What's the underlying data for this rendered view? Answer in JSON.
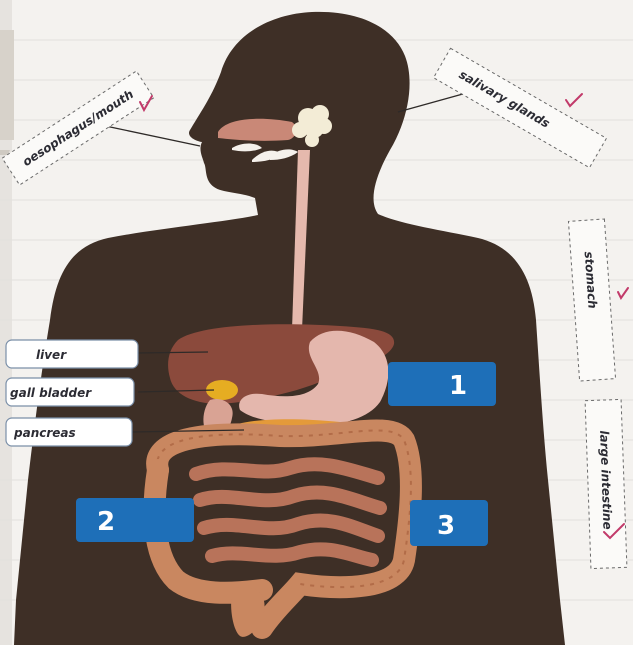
{
  "labels": {
    "oesophagus_mouth": "oesophagus/mouth",
    "salivary_glands": "salivary glands",
    "stomach": "stomach",
    "liver": "liver",
    "gall_bladder": "gall bladder",
    "pancreas": "pancreas",
    "large_intestine": "large intestine"
  },
  "numbers": {
    "one": "1",
    "two": "2",
    "three": "3"
  },
  "colors": {
    "skin": "#3e2f26",
    "number_box": "#1e6fb8",
    "tick": "#c23a6a",
    "label_bg": "#ffffff"
  }
}
